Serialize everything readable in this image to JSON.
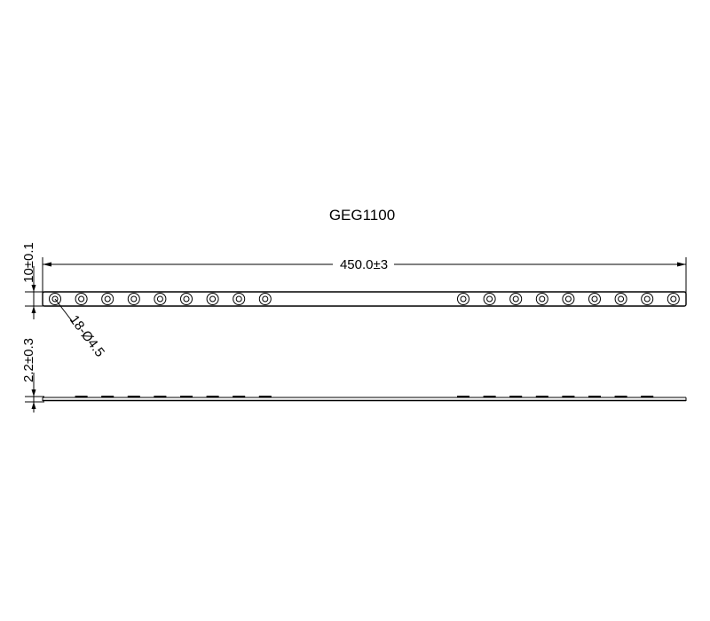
{
  "title": "GEG1100",
  "dimensions": {
    "length": "450.0±3",
    "width": "10±0.1",
    "holes": "18-Ø4.5",
    "thickness": "2.2±0.3"
  },
  "holes": {
    "left_group_count": 9,
    "right_group_count": 9
  },
  "colors": {
    "line": "#000000",
    "background": "#ffffff"
  }
}
